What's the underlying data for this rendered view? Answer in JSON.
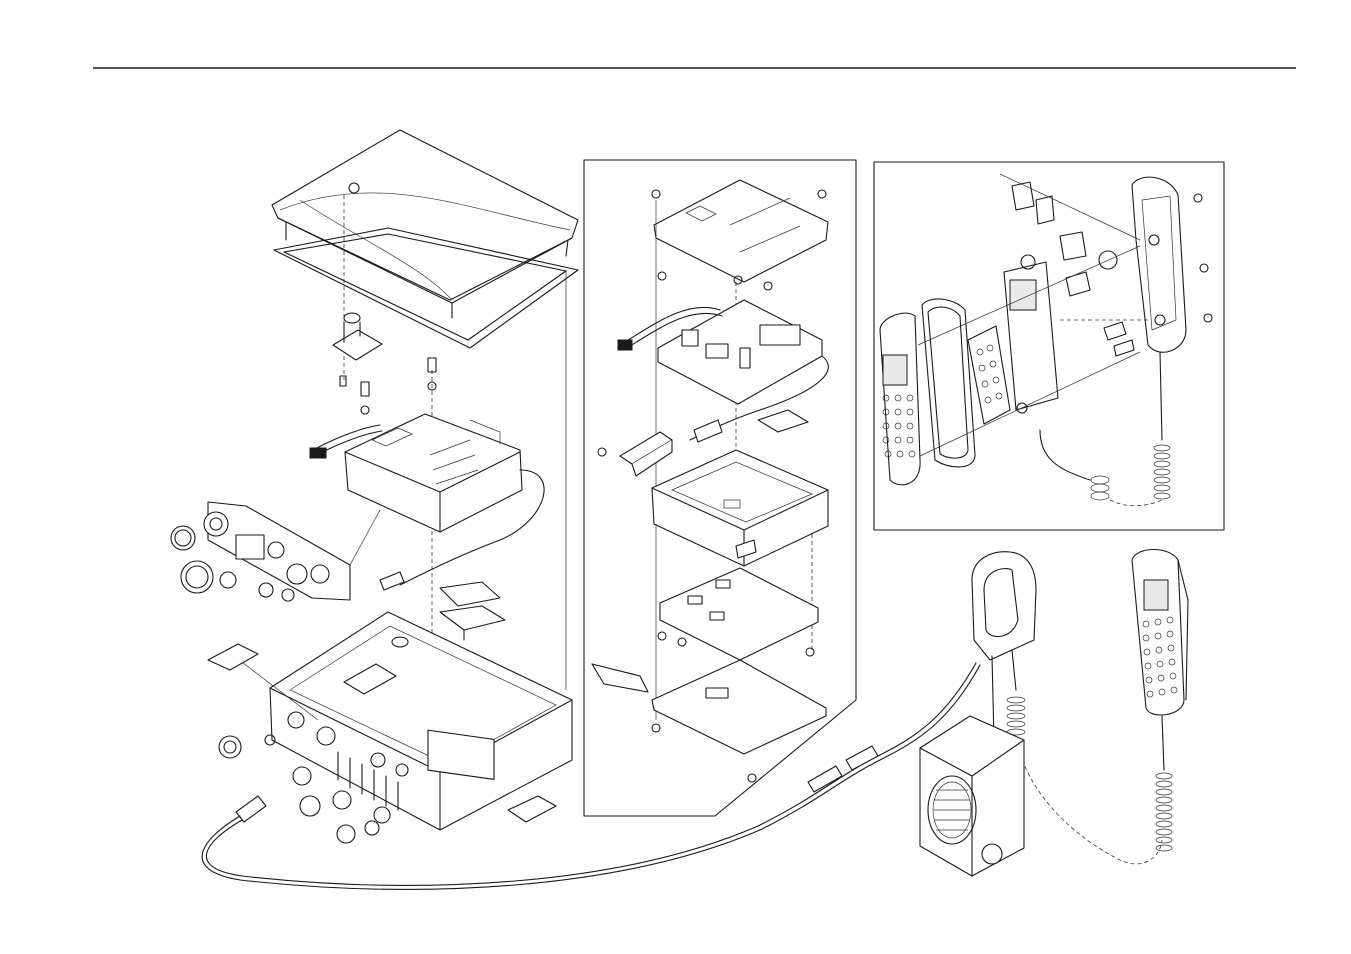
{
  "page": {
    "header_rule_color": "#1a1a1a",
    "line_color": "#1a1a1a",
    "background": "#ffffff"
  },
  "figure": {
    "type": "exploded-view-diagram",
    "groups": [
      {
        "name": "main-unit"
      },
      {
        "name": "pcb-assembly-inset"
      },
      {
        "name": "handset-inset"
      },
      {
        "name": "handset-cradle"
      },
      {
        "name": "loudspeaker"
      },
      {
        "name": "handset"
      }
    ]
  }
}
